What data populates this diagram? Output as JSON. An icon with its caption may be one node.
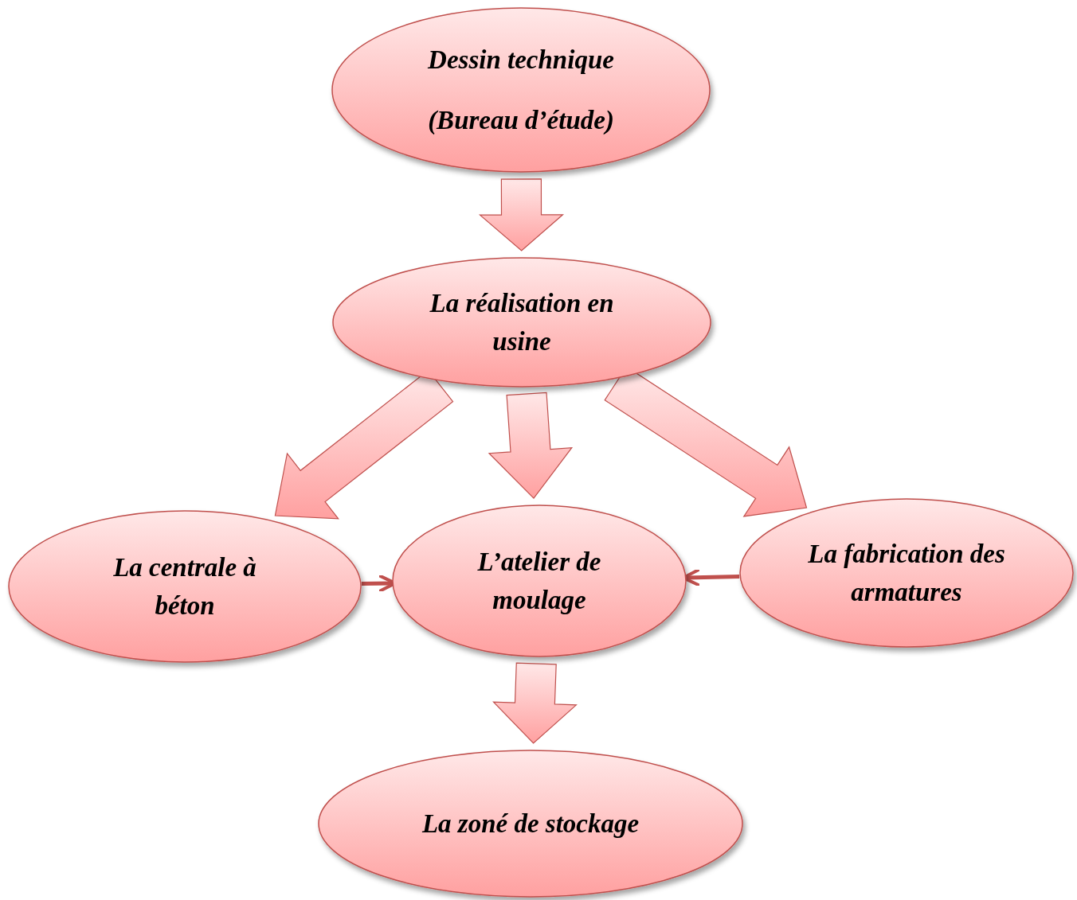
{
  "diagram": {
    "nodes": [
      {
        "text": [
          "Dessin technique",
          "(Bureau d’étude)"
        ]
      },
      {
        "text": [
          "La réalisation en usine"
        ]
      },
      {
        "text": [
          "La centrale à béton"
        ]
      },
      {
        "text": [
          "L’atelier de moulage"
        ]
      },
      {
        "text": [
          "La fabrication des armatures"
        ]
      },
      {
        "text": [
          "La zoné de stockage"
        ]
      }
    ],
    "edges": [
      {
        "from": 0,
        "to": 1,
        "arrow": "to",
        "style": "thick"
      },
      {
        "from": 1,
        "to": 2,
        "arrow": "to",
        "style": "thick"
      },
      {
        "from": 1,
        "to": 3,
        "arrow": "to",
        "style": "thick"
      },
      {
        "from": 1,
        "to": 4,
        "arrow": "to",
        "style": "thick"
      },
      {
        "from": 2,
        "to": 3,
        "arrow": "to"
      },
      {
        "from": 4,
        "to": 3,
        "arrow": "to"
      },
      {
        "from": 3,
        "to": 5,
        "arrow": "to",
        "style": "thick"
      }
    ]
  }
}
